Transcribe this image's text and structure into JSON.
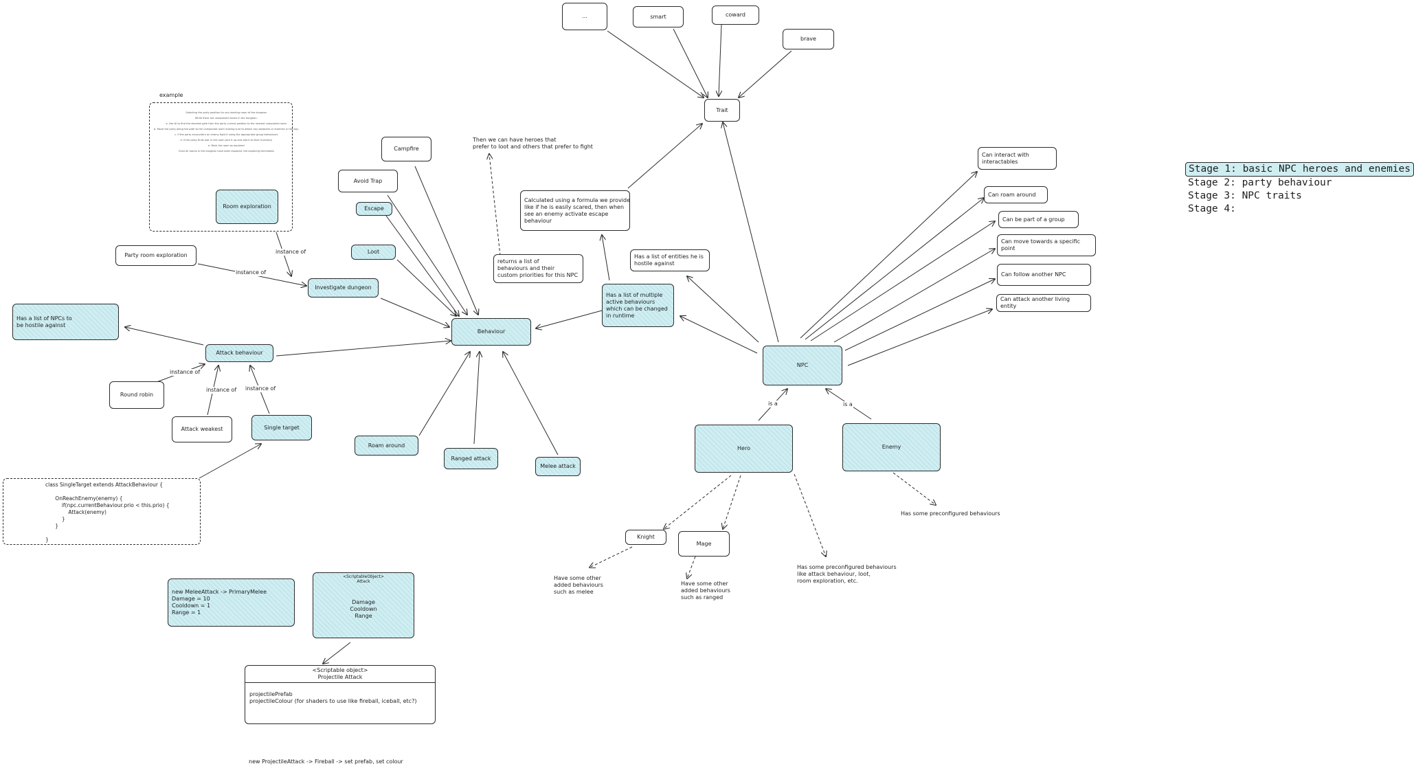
{
  "stages": [
    "Stage 1: basic NPC heroes and enemies",
    "Stage 2: party behaviour",
    "Stage 3: NPC traits",
    "Stage 4:"
  ],
  "traits": {
    "trait": "Trait",
    "ellipsis": "...",
    "smart": "smart",
    "coward": "coward",
    "brave": "brave"
  },
  "npc": {
    "npc": "NPC",
    "hero": "Hero",
    "enemy": "Enemy",
    "knight": "Knight",
    "mage": "Mage",
    "is_a_left": "is a",
    "is_a_right": "is a"
  },
  "capabilities": [
    "Can interact with\ninteractables",
    "Can roam around",
    "Can be part of a group",
    "Can move towards a specific point",
    "Can follow another NPC",
    "Can attack another living entity"
  ],
  "notes": {
    "hostile_list": "Has a list of entities he is\nhostile against",
    "active_behaviours": "Has a list of multiple\nactive behaviours\nwhich can be changed\nin runtime",
    "calculated": "Calculated using a formula we provide\nlike if he is easily scared, then when\nsee an enemy activate escape\nbehaviour",
    "returns_list": "returns a list of\nbehaviours and their\ncustom priorities for this NPC",
    "heroes_loot": "Then we can have heroes that\nprefer to loot and others that prefer to fight",
    "enemy_preconfig": "Has some preconfigured behaviours",
    "hero_preconfig": "Has some preconfigured behaviours\nlike attack behaviour, loot,\nroom exploration, etc.",
    "knight_extra": "Have some other\nadded behaviours\nsuch as melee",
    "mage_extra": "Have some other\nadded behaviours\nsuch as ranged"
  },
  "behaviour": {
    "behaviour": "Behaviour",
    "campfire": "Campfire",
    "avoid_trap": "Avoid Trap",
    "escape": "Escape",
    "loot": "Loot",
    "investigate": "Investigate dungeon",
    "roam_around": "Roam around",
    "ranged_attack": "Ranged attack",
    "melee_attack": "Melee attack",
    "party_room": "Party room exploration",
    "room_exploration": "Room exploration",
    "instance_of_1": "instance of",
    "instance_of_2": "instance of",
    "example_title": "example"
  },
  "example_lines": [
    "Selecting the party position for any starting room of the dungeon",
    "While there are unexplored rooms in the dungeon:",
    "a. Use AI to find the shortest path from the party current position to the nearest unexplored room",
    "b. Move the party along the path to the unexplored room making sure to attack any obstacles or enemies in the way",
    "c. If the party encounters an enemy fight it using the appropriate group behaviours",
    "d. If the party finds loot in the room pick it up and add it to their inventory",
    "e. Mark the room as explored",
    "Once all rooms in the dungeon have been explored, the exploring terminates"
  ],
  "attack": {
    "attack_behaviour": "Attack behaviour",
    "hostile_npcs": "Has a list of NPCs to\nbe hostile against",
    "round_robin": "Round robin",
    "attack_weakest": "Attack weakest",
    "single_target": "Single target",
    "instance_of_a": "instance of",
    "instance_of_b": "instance of",
    "instance_of_c": "instance of"
  },
  "code_snippet": "class SingleTarget extends AttackBehaviour {\n\n      OnReachEnemy(enemy) {\n          if(npc.currentBehaviour.prio < this.prio) {\n              Attack(enemy)\n          }\n      }\n\n}",
  "melee": {
    "definition": "new MeleeAttack -> PrimaryMelee\nDamage = 10\nCooldown = 1\nRange = 1",
    "so_header": "<ScriptableObject>\nAttack",
    "so_fields": "Damage\nCooldown\nRange"
  },
  "projectile": {
    "header": "<Scriptable object>\nProjectile Attack",
    "fields": "projectilePrefab\nprojectileColour (for shaders to use like fireball, iceball, etc?)",
    "footer": "new ProjectileAttack -> Fireball -> set prefab, set colour"
  }
}
